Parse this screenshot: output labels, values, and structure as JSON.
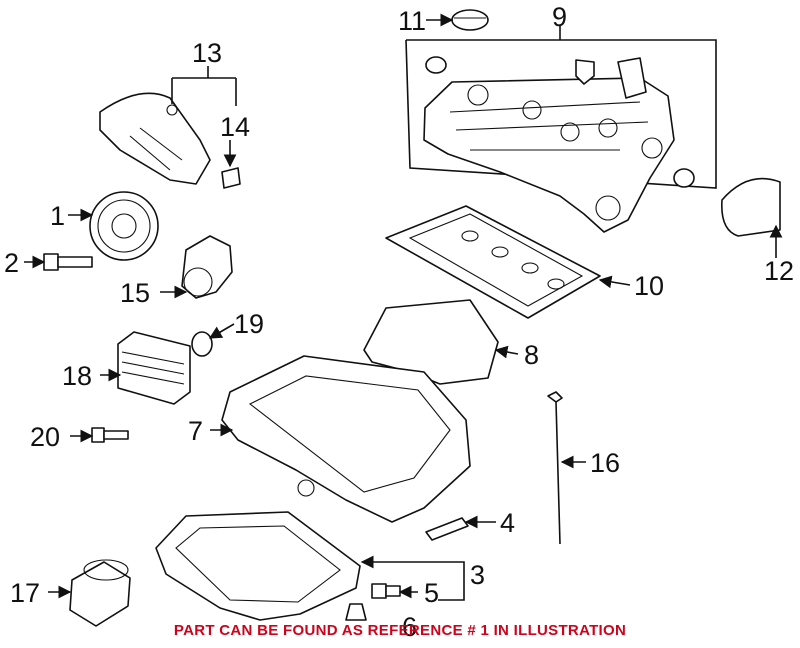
{
  "diagram": {
    "callouts": [
      "1",
      "2",
      "3",
      "4",
      "5",
      "6",
      "7",
      "8",
      "9",
      "10",
      "11",
      "12",
      "13",
      "14",
      "15",
      "16",
      "17",
      "18",
      "19",
      "20"
    ],
    "note": "PART CAN BE FOUND AS REFERENCE # 1 IN ILLUSTRATION",
    "colors": {
      "line": "#111111",
      "note": "#d0021b",
      "background": "#ffffff"
    }
  }
}
